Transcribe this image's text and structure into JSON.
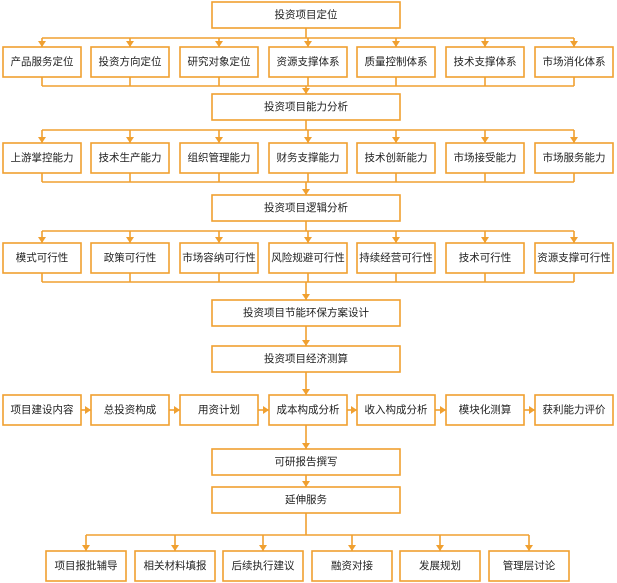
{
  "colors": {
    "stroke": "#f0a030",
    "text": "#222222",
    "background": "#ffffff"
  },
  "main_steps": [
    "投资项目定位",
    "投资项目能力分析",
    "投资项目逻辑分析",
    "投资项目节能环保方案设计",
    "投资项目经济测算",
    "可研报告撰写",
    "延伸服务"
  ],
  "positioning_items": [
    "产品服务定位",
    "投资方向定位",
    "研究对象定位",
    "资源支撑体系",
    "质量控制体系",
    "技术支撑体系",
    "市场消化体系"
  ],
  "capability_items": [
    "上游掌控能力",
    "技术生产能力",
    "组织管理能力",
    "财务支撑能力",
    "技术创新能力",
    "市场接受能力",
    "市场服务能力"
  ],
  "logic_items": [
    "模式可行性",
    "政策可行性",
    "市场容纳可行性",
    "风险规避可行性",
    "持续经营可行性",
    "技术可行性",
    "资源支撑可行性"
  ],
  "economic_chain": [
    "项目建设内容",
    "总投资构成",
    "用资计划",
    "成本构成分析",
    "收入构成分析",
    "模块化测算",
    "获利能力评价"
  ],
  "extension_items": [
    "项目报批辅导",
    "相关材料填报",
    "后续执行建议",
    "融资对接",
    "发展规划",
    "管理层讨论"
  ]
}
